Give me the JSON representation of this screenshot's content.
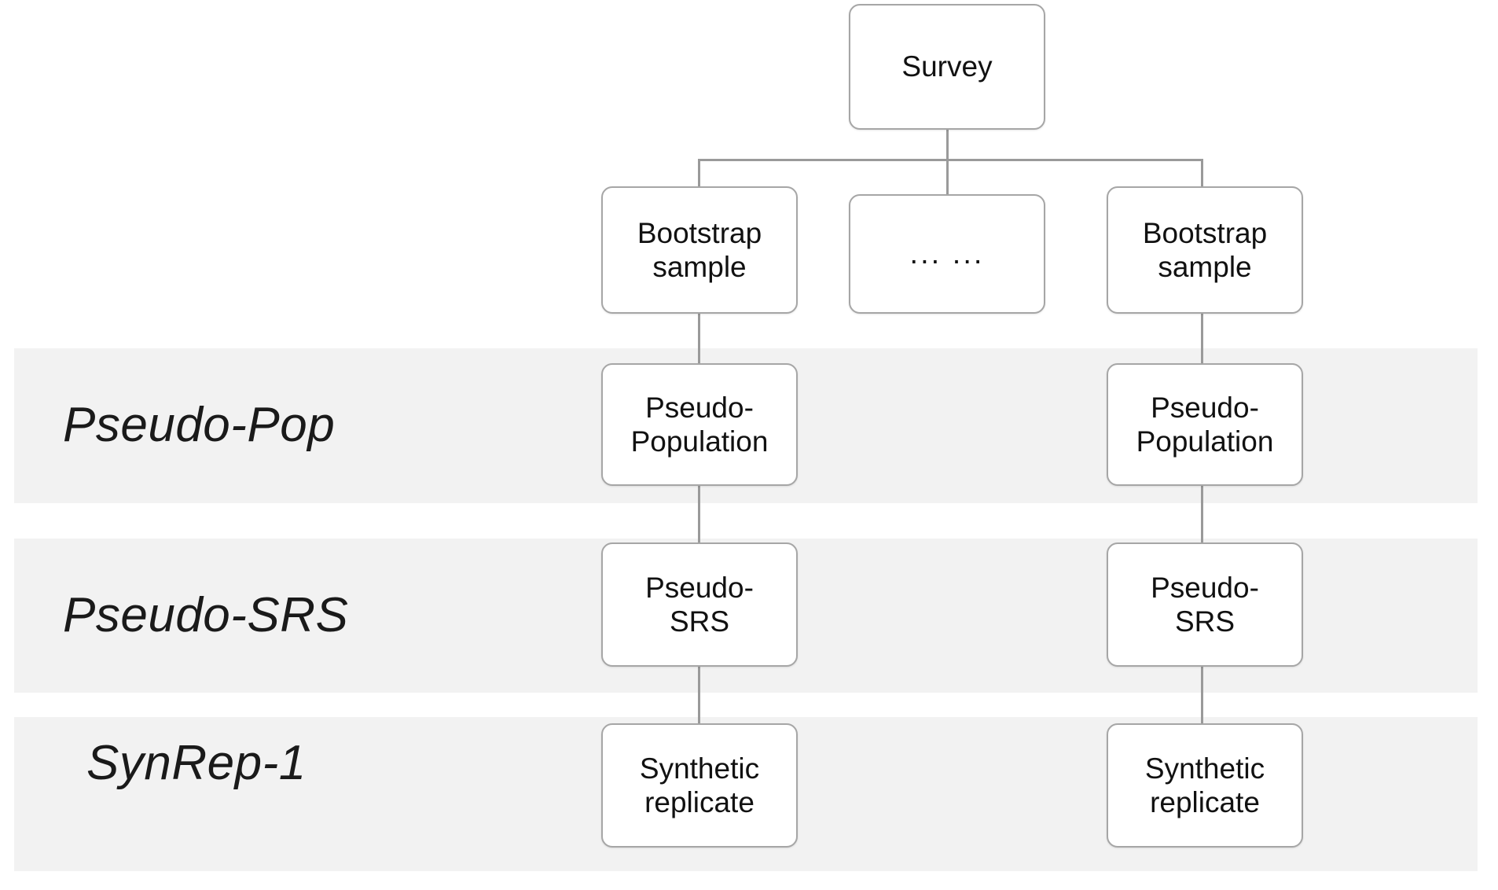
{
  "diagram": {
    "title_node": {
      "label": "Survey"
    },
    "bands": [
      {
        "id": "pseudo-pop",
        "label": "Pseudo-Pop",
        "color": "#f2f2f2"
      },
      {
        "id": "pseudo-srs",
        "label": "Pseudo-SRS",
        "color": "#f2f2f2"
      },
      {
        "id": "synrep-1",
        "label": "SynRep-1",
        "color": "#f2f2f2"
      }
    ],
    "nodes": {
      "survey": "Survey",
      "bootstrap_left": "Bootstrap\nsample",
      "bootstrap_middle": "... ...",
      "bootstrap_right": "Bootstrap\nsample",
      "pseudo_population_left": "Pseudo-\nPopulation",
      "pseudo_population_right": "Pseudo-\nPopulation",
      "pseudo_srs_left": "Pseudo-\nSRS",
      "pseudo_srs_right": "Pseudo-\nSRS",
      "synthetic_replicate_left": "Synthetic\nreplicate",
      "synthetic_replicate_right": "Synthetic\nreplicate"
    },
    "node_lines": {
      "bootstrap_left": [
        "Bootstrap",
        "sample"
      ],
      "bootstrap_middle": [
        "... ..."
      ],
      "bootstrap_right": [
        "Bootstrap",
        "sample"
      ],
      "pseudo_population_left": [
        "Pseudo-",
        "Population"
      ],
      "pseudo_population_right": [
        "Pseudo-",
        "Population"
      ],
      "pseudo_srs_left": [
        "Pseudo-",
        "SRS"
      ],
      "pseudo_srs_right": [
        "Pseudo-",
        "SRS"
      ],
      "synthetic_replicate_left": [
        "Synthetic",
        "replicate"
      ],
      "synthetic_replicate_right": [
        "Synthetic",
        "replicate"
      ]
    },
    "colors": {
      "band_fill": "#f2f2f2",
      "node_border": "#a6a6a6",
      "node_fill": "#ffffff",
      "connector": "#9a9a9a",
      "text": "#111111"
    }
  }
}
